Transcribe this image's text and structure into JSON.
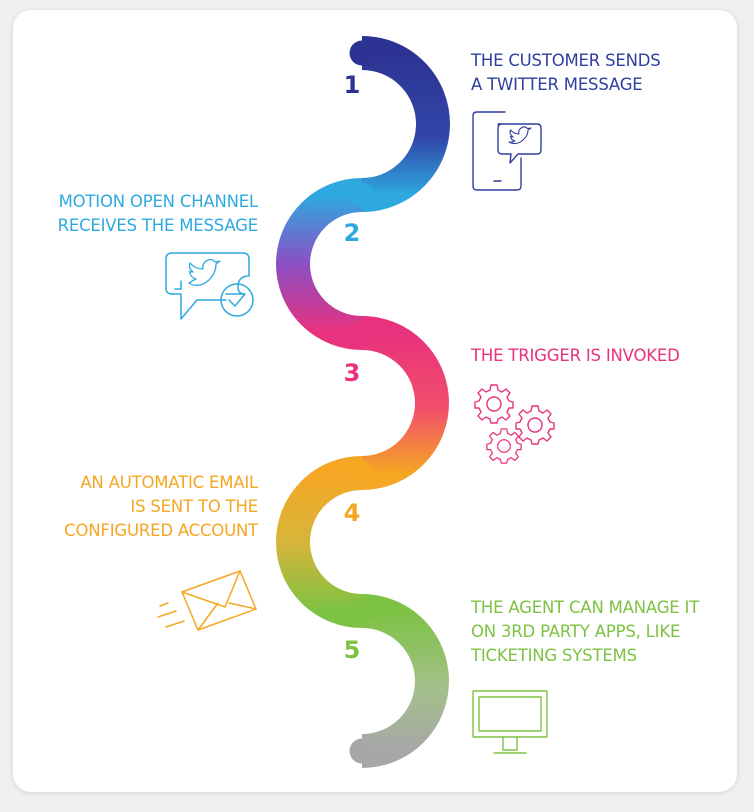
{
  "colors": {
    "step1": "#2f3f9e",
    "step2": "#2ea9df",
    "step3": "#e8327d",
    "step4": "#f5a623",
    "step5": "#7dc243",
    "end": "#a7a7a7"
  },
  "steps": [
    {
      "number": "1",
      "text": "THE CUSTOMER SENDS\nA TWITTER MESSAGE",
      "icon": "phone-twitter-icon"
    },
    {
      "number": "2",
      "text": "MOTION OPEN CHANNEL\nRECEIVES THE MESSAGE",
      "icon": "twitter-message-check-icon"
    },
    {
      "number": "3",
      "text": "THE TRIGGER IS INVOKED",
      "icon": "gears-icon"
    },
    {
      "number": "4",
      "text": "AN AUTOMATIC EMAIL\nIS SENT TO THE\nCONFIGURED ACCOUNT",
      "icon": "email-envelope-icon"
    },
    {
      "number": "5",
      "text": "THE AGENT CAN MANAGE IT\nON 3RD PARTY APPS, LIKE\nTICKETING SYSTEMS",
      "icon": "monitor-icon"
    }
  ]
}
